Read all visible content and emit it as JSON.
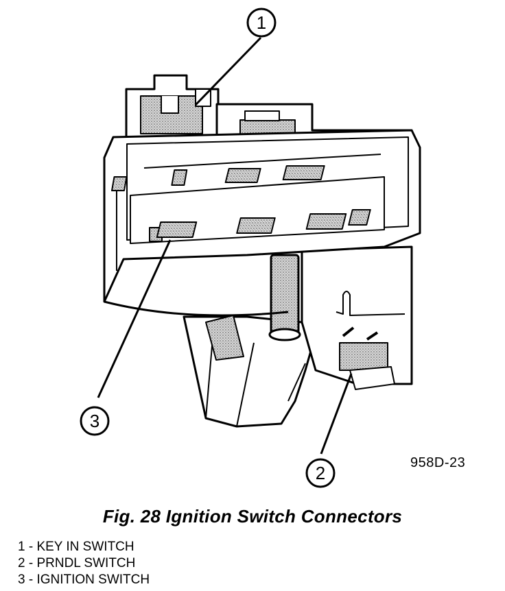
{
  "figure": {
    "code": "958D-23",
    "caption": "Fig. 28 Ignition Switch Connectors"
  },
  "callouts": [
    {
      "number": "1"
    },
    {
      "number": "2"
    },
    {
      "number": "3"
    }
  ],
  "legend": [
    {
      "text": "1 - KEY IN SWITCH"
    },
    {
      "text": "2 - PRNDL SWITCH"
    },
    {
      "text": "3 - IGNITION SWITCH"
    }
  ]
}
